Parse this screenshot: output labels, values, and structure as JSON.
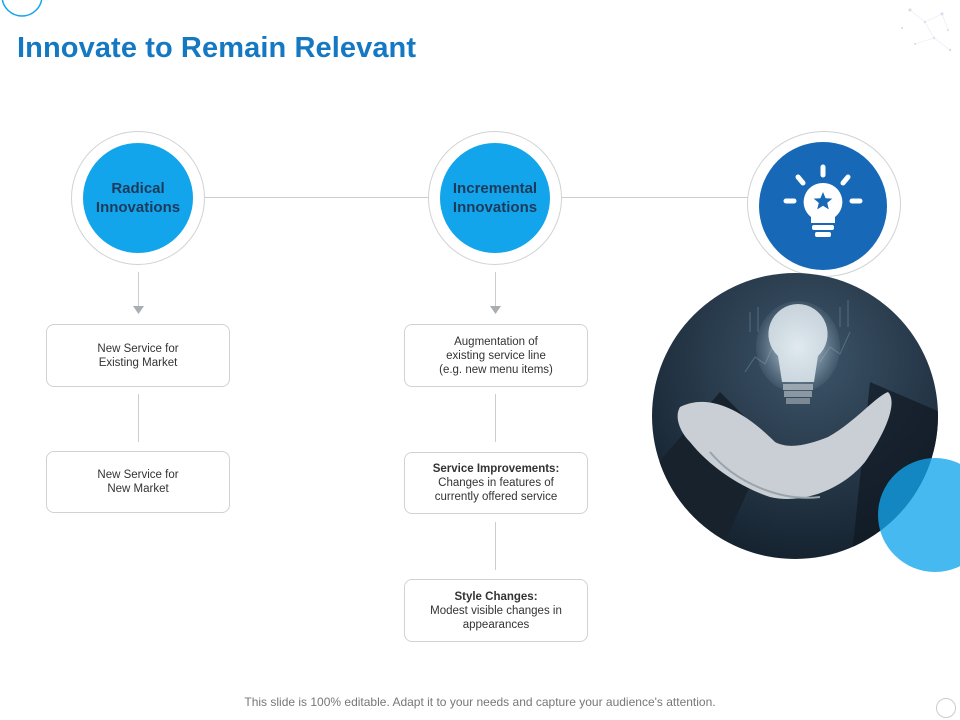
{
  "title": "Innovate to Remain Relevant",
  "columns": [
    {
      "heading_line1": "Radical",
      "heading_line2": "Innovations",
      "boxes": [
        {
          "bold": "",
          "lines": [
            "New Service for",
            "Existing Market"
          ]
        },
        {
          "bold": "",
          "lines": [
            "New Service for",
            "New Market"
          ]
        }
      ]
    },
    {
      "heading_line1": "Incremental",
      "heading_line2": "Innovations",
      "boxes": [
        {
          "bold": "",
          "lines": [
            "Augmentation of",
            "existing service line",
            "(e.g. new menu items)"
          ]
        },
        {
          "bold": "Service Improvements:",
          "lines": [
            "Changes in features of",
            "currently offered service"
          ]
        },
        {
          "bold": "Style Changes:",
          "lines": [
            "Modest visible changes in",
            "appearances"
          ]
        }
      ]
    }
  ],
  "icons": {
    "lightbulb": "lightbulb-star-icon"
  },
  "colors": {
    "title": "#1578c2",
    "accent": "#12a5ec",
    "dark_accent": "#1769b8"
  },
  "footer": "This slide is 100% editable. Adapt it to your needs and capture your audience's attention."
}
